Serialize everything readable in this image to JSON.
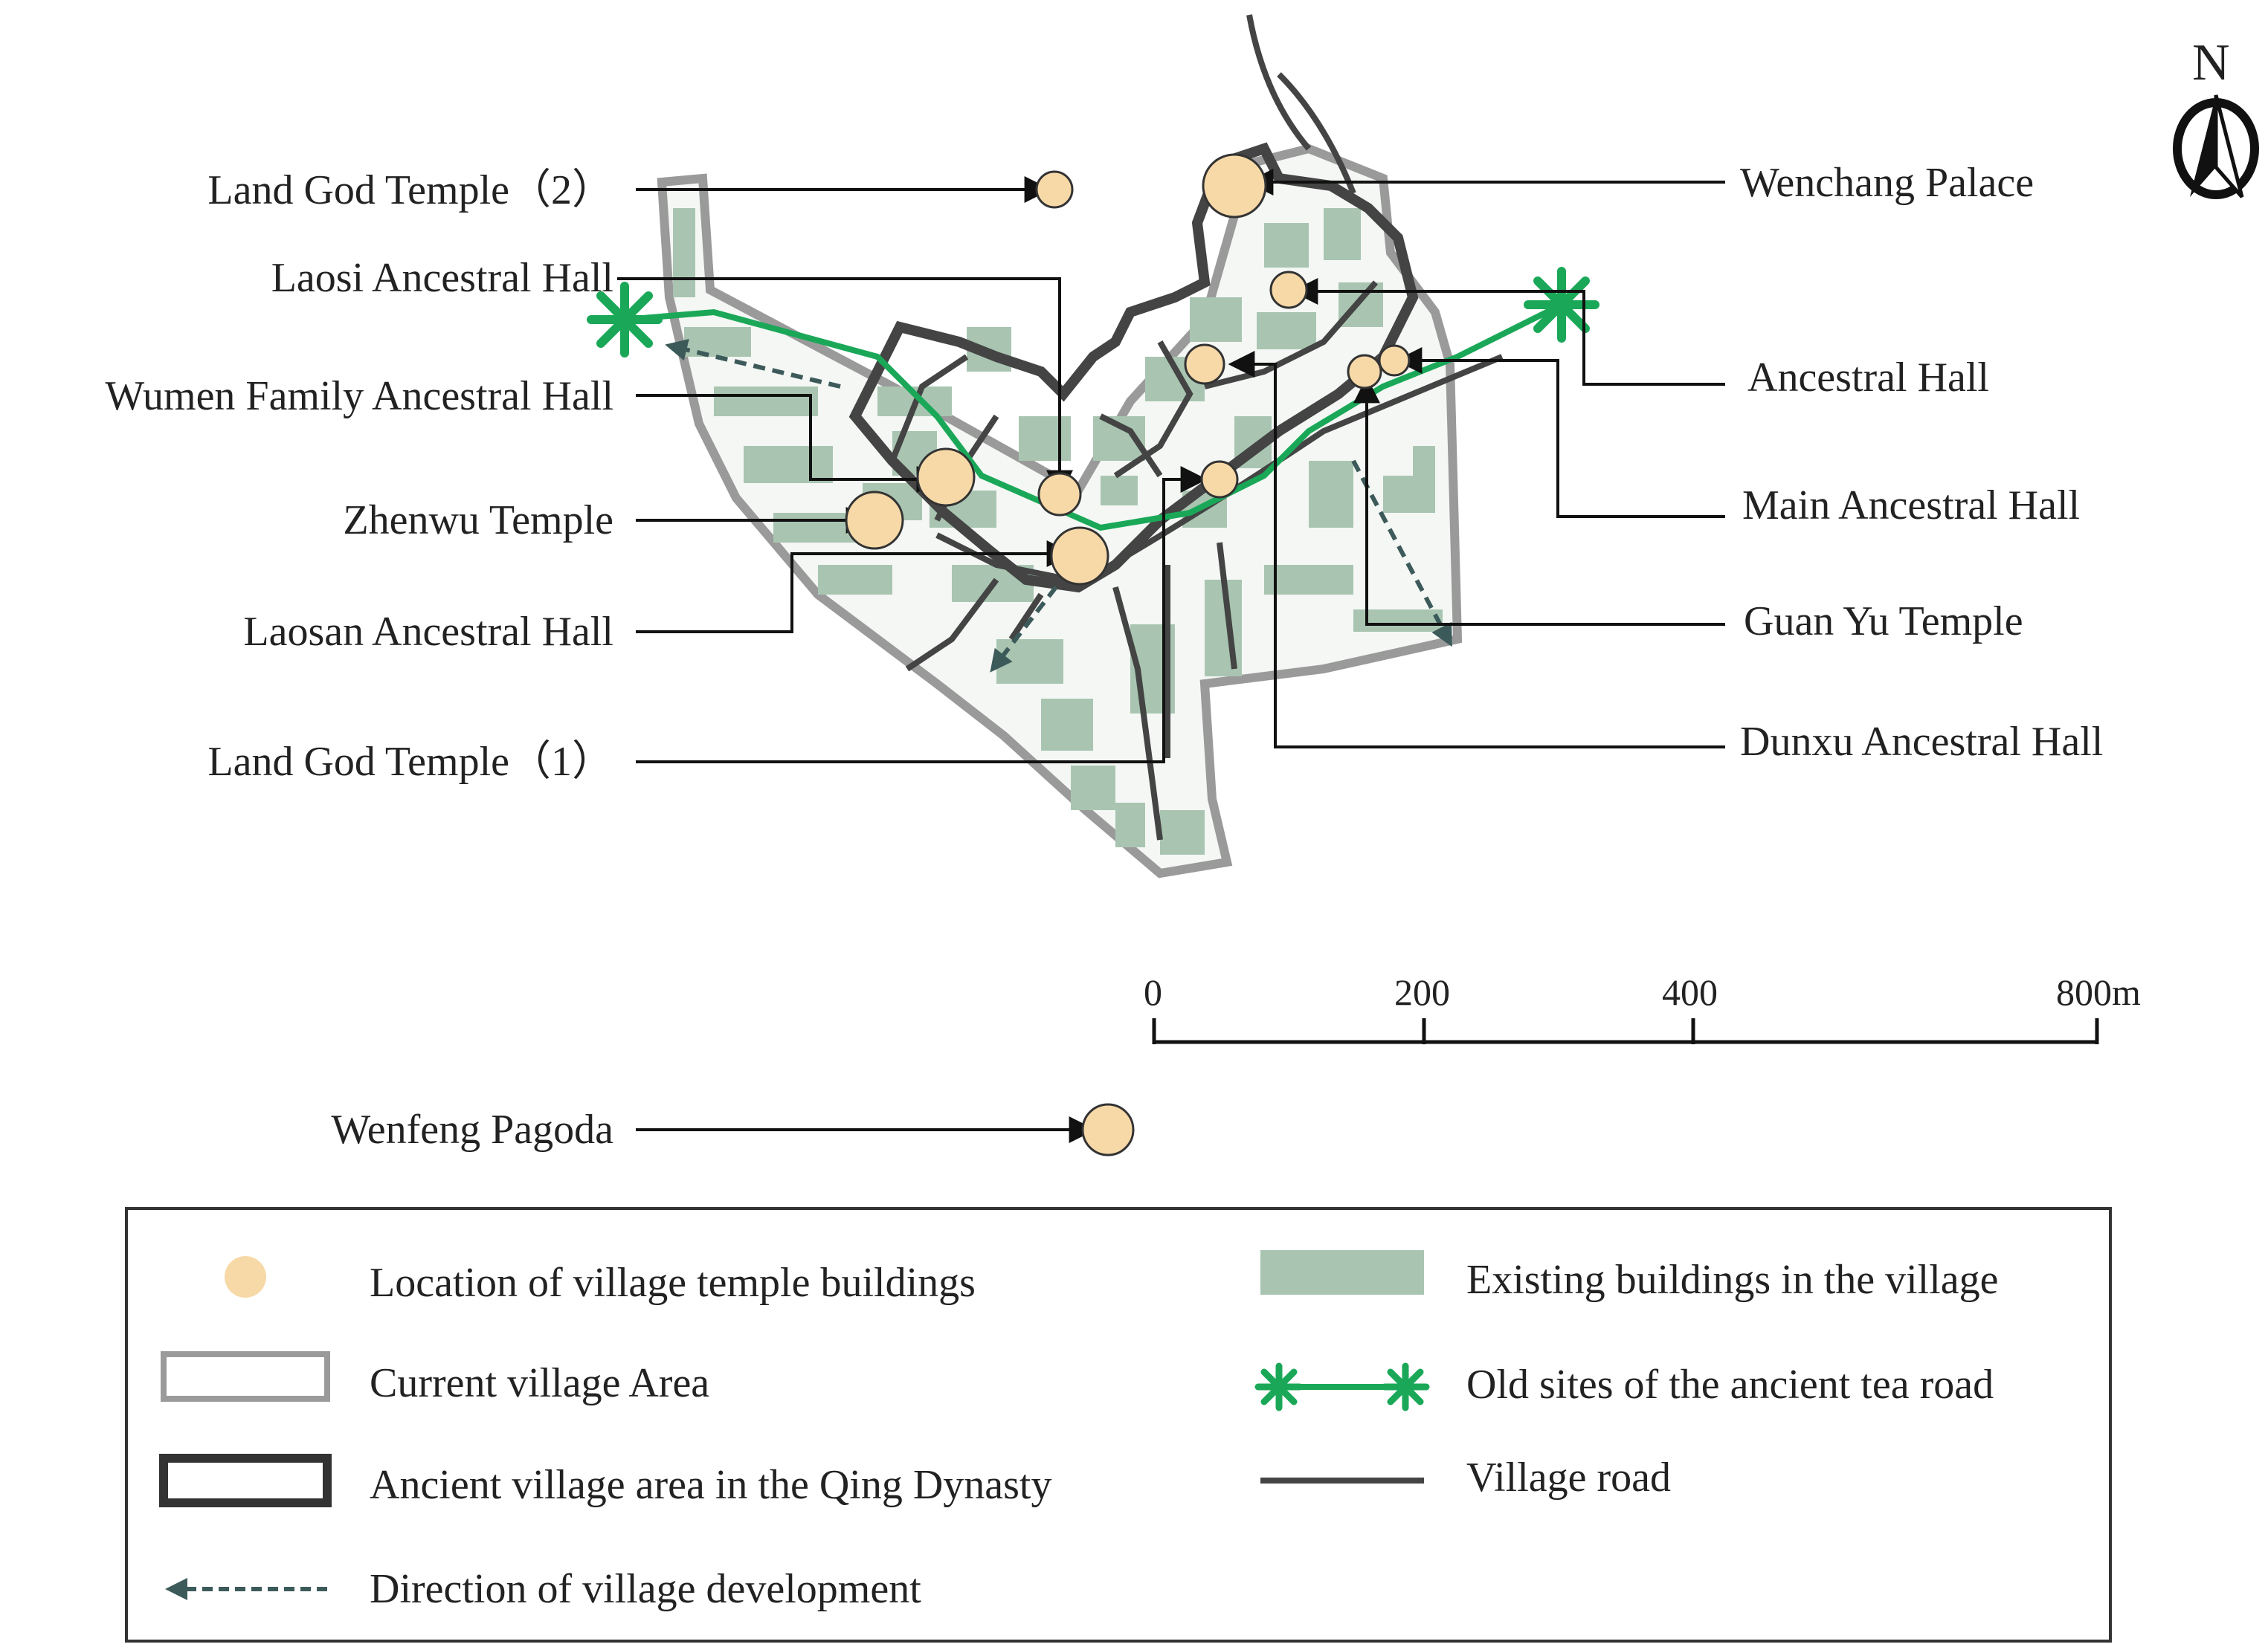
{
  "map": {
    "north_label": "N",
    "colors": {
      "temple": "#f7d9a8",
      "buildings": "#a9c5b1",
      "current_area": "#9a9a9a",
      "qing_area": "#444444",
      "tea_road": "#1aa858",
      "village_road": "#444444",
      "dev_arrow": "#3d5a5a"
    },
    "labels_left": [
      {
        "text": "Land God Temple（2）"
      },
      {
        "text": "Laosi Ancestral Hall"
      },
      {
        "text": "Wumen Family Ancestral Hall"
      },
      {
        "text": "Zhenwu Temple"
      },
      {
        "text": "Laosan Ancestral Hall"
      },
      {
        "text": "Land God Temple（1）"
      },
      {
        "text": "Wenfeng Pagoda"
      }
    ],
    "labels_right": [
      {
        "text": "Wenchang Palace"
      },
      {
        "text": "Ancestral Hall"
      },
      {
        "text": "Main Ancestral Hall"
      },
      {
        "text": "Guan Yu Temple"
      },
      {
        "text": "Dunxu Ancestral Hall"
      }
    ],
    "scale": {
      "ticks": [
        "0",
        "200",
        "400",
        "800m"
      ]
    }
  },
  "legend": {
    "items": [
      {
        "label": "Location of village temple buildings"
      },
      {
        "label": "Current village Area"
      },
      {
        "label": "Ancient village area in the Qing Dynasty"
      },
      {
        "label": "Direction of village development"
      },
      {
        "label": "Existing buildings in the village"
      },
      {
        "label": "Old sites of the ancient tea road"
      },
      {
        "label": "Village road"
      }
    ]
  }
}
